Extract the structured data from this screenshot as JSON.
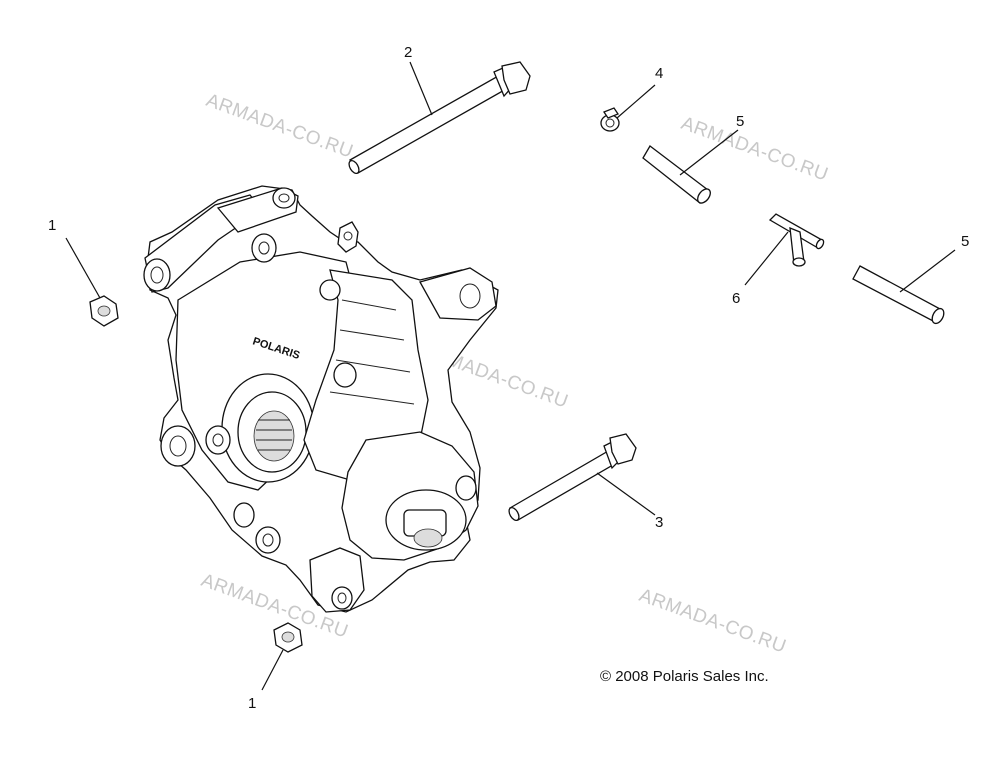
{
  "callouts": {
    "c1a": "1",
    "c1b": "1",
    "c2": "2",
    "c3": "3",
    "c4": "4",
    "c5a": "5",
    "c5b": "5",
    "c6": "6"
  },
  "watermark_text": "ARMADA-CO.RU",
  "copyright": "© 2008 Polaris Sales Inc.",
  "case_brand_text": "POLARIS"
}
